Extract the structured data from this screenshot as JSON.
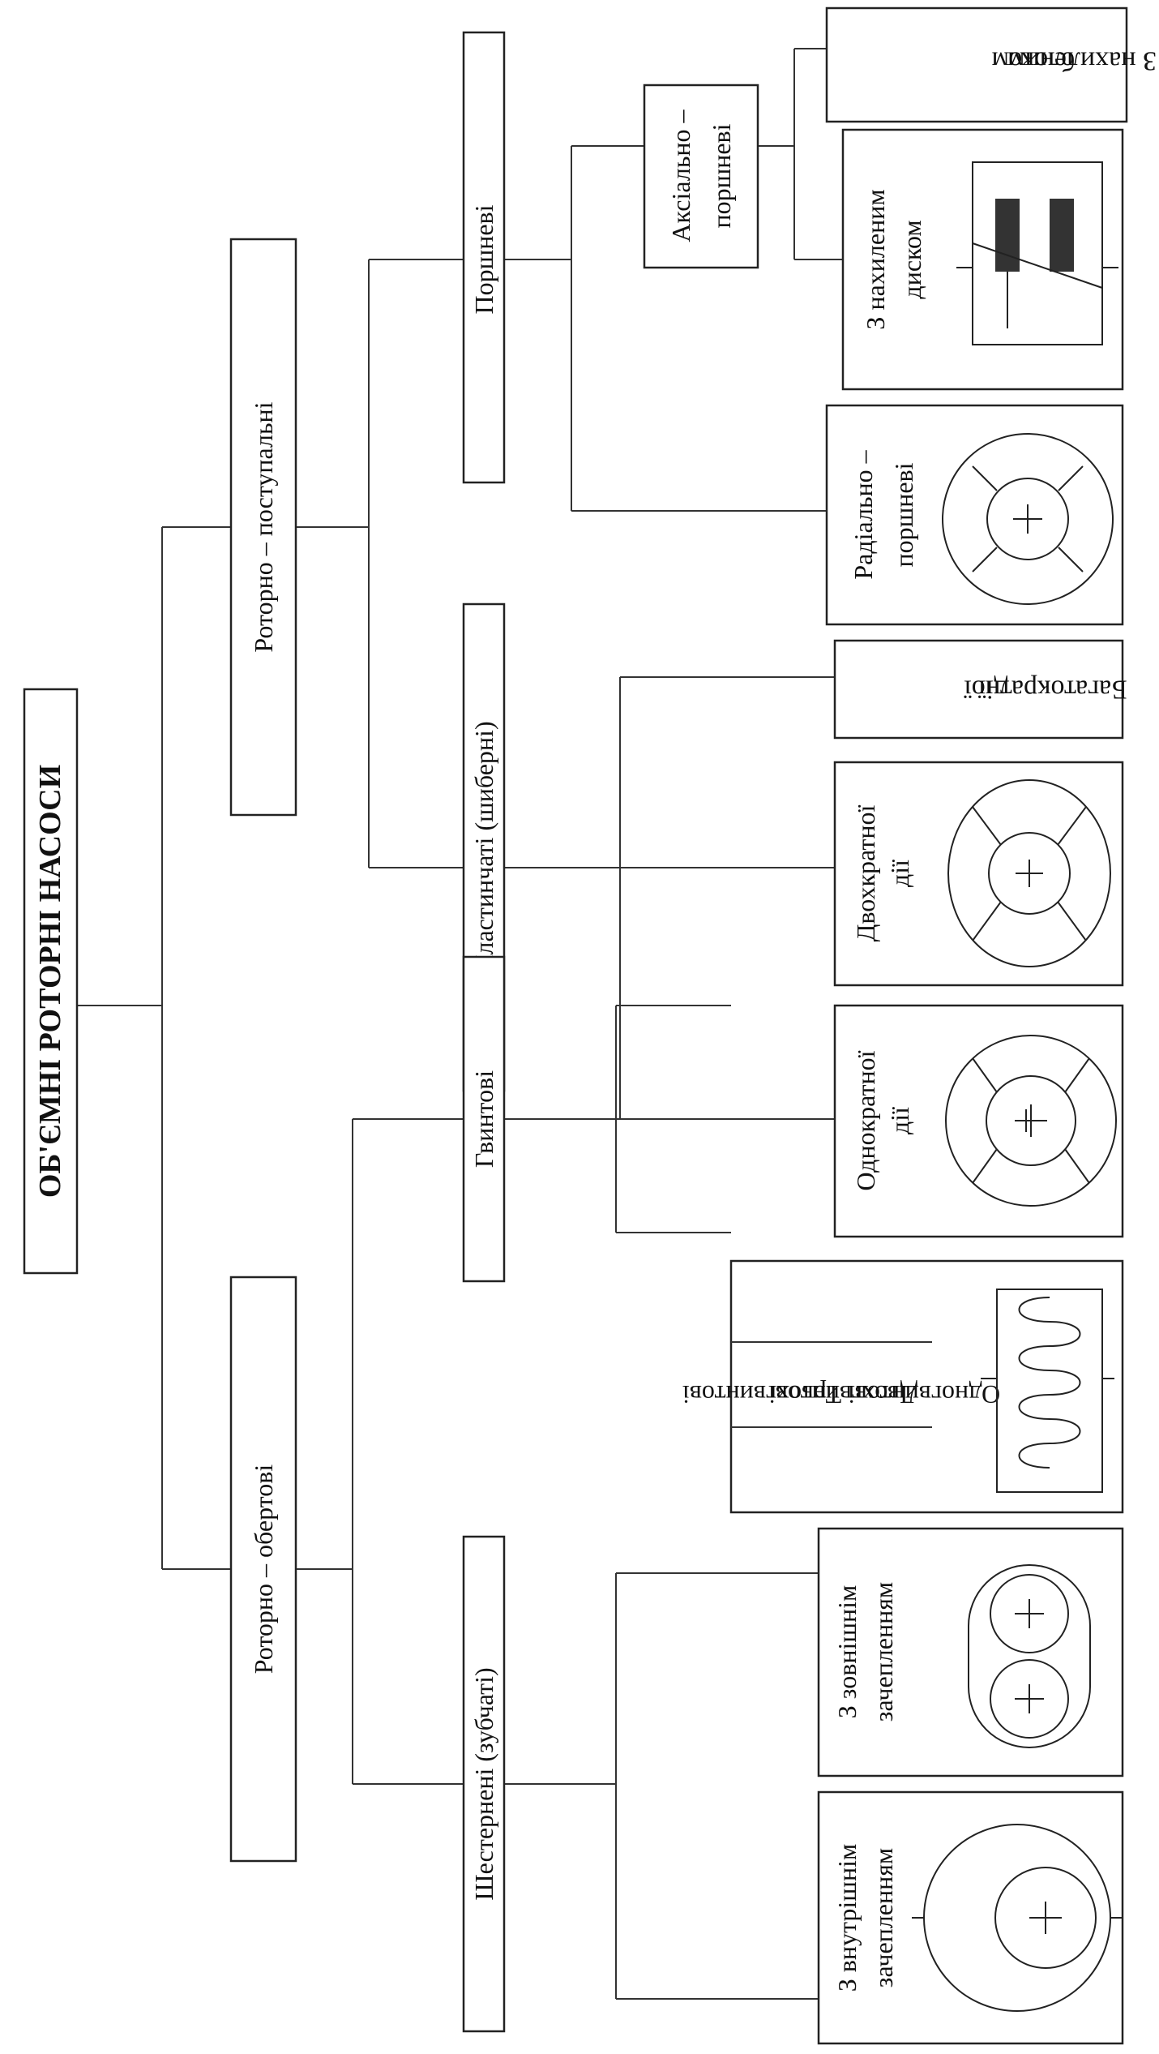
{
  "title": "ОБ'ЄМНІ РОТОРНІ НАСОСИ",
  "groups": {
    "rotary_rotational": "Роторно – обертові",
    "rotary_translational": "Роторно – поступальні"
  },
  "subgroups": {
    "gear": "Шестернені (зубчаті)",
    "screw": "Гвинтові",
    "vane": "Пластинчаті (шиберні)",
    "piston": "Поршневі"
  },
  "piston_sub": {
    "axial_line1": "Аксіально –",
    "axial_line2": "поршневі"
  },
  "leaves": {
    "gear_internal_1": "З внутрішнім",
    "gear_internal_2": "зачепленням",
    "gear_external_1": "З зовнішнім",
    "gear_external_2": "зачепленням",
    "screw_single": "Одногвинтові",
    "screw_double": "Двохгвинтові",
    "screw_triple": "Трьохгвинтові",
    "vane_single_1": "Однократної",
    "vane_single_2": "дії",
    "vane_double_1": "Двохкратної",
    "vane_double_2": "дії",
    "vane_multi_1": "Багатократної",
    "vane_multi_2": "дії",
    "piston_radial_1": "Радіально –",
    "piston_radial_2": "поршневі",
    "axial_disk_1": "З нахиленим",
    "axial_disk_2": "диском",
    "axial_block_1": "З нахиленим",
    "axial_block_2": "блоком"
  },
  "icons": [
    "internal-gear-icon",
    "external-gear-icon",
    "screw-rotor-icon",
    "single-acting-vane-icon",
    "double-acting-vane-icon",
    "radial-piston-icon",
    "swash-plate-icon"
  ]
}
